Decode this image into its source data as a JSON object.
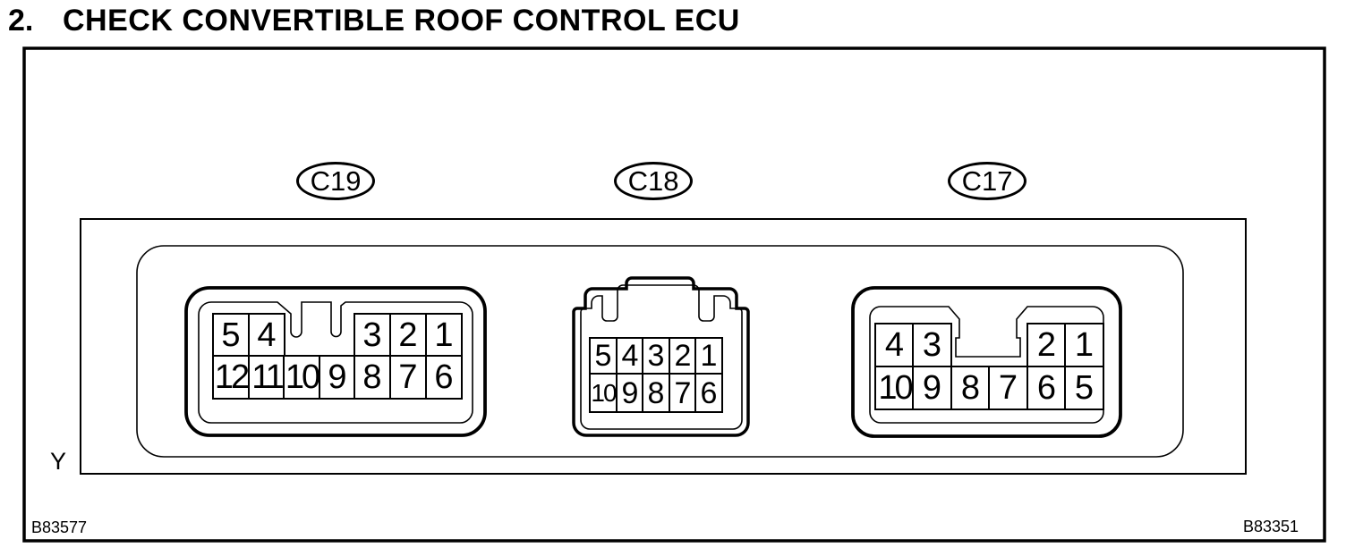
{
  "title": {
    "number": "2.",
    "text": "CHECK CONVERTIBLE ROOF CONTROL ECU"
  },
  "figure": {
    "side_label": "Y",
    "code_left": "B83577",
    "code_right": "B83351",
    "connectors": [
      {
        "label": "C19",
        "pins_top": [
          "5",
          "4",
          "3",
          "2",
          "1"
        ],
        "pins_bottom": [
          "12",
          "11",
          "10",
          "9",
          "8",
          "7",
          "6"
        ]
      },
      {
        "label": "C18",
        "pins_top": [
          "5",
          "4",
          "3",
          "2",
          "1"
        ],
        "pins_bottom": [
          "10",
          "9",
          "8",
          "7",
          "6"
        ]
      },
      {
        "label": "C17",
        "pins_top": [
          "4",
          "3",
          "2",
          "1"
        ],
        "pins_bottom": [
          "10",
          "9",
          "8",
          "7",
          "6",
          "5"
        ]
      }
    ]
  },
  "colors": {
    "line": "#000000",
    "background": "#ffffff"
  }
}
